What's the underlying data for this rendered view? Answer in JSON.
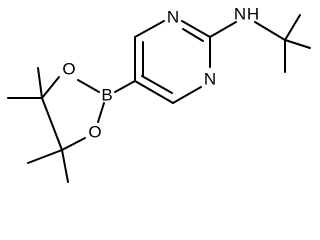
{
  "structure": {
    "atoms": {
      "n1": "N",
      "n3": "N",
      "nh": "N",
      "h": "H",
      "b": "B",
      "o1": "O",
      "o2": "O"
    },
    "colors": {
      "bond": "#000000",
      "label": "#000000",
      "background": "#ffffff"
    }
  }
}
